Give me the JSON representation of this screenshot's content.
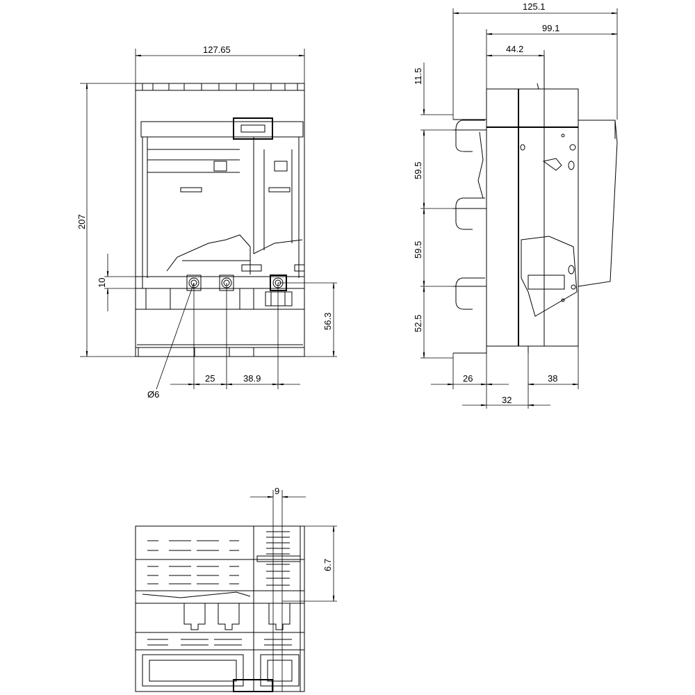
{
  "front_view": {
    "width_dim": "127.65",
    "height_dim": "207",
    "offset_dim": "10",
    "terminal_height_dim": "56.3",
    "hole_dim": "Ø6",
    "pitch_dim": "25",
    "pitch2_dim": "38.9"
  },
  "side_view": {
    "total_depth_dim": "125.1",
    "depth_dim": "99.1",
    "partial_depth_dim": "44.2",
    "top_offset_dim": "11.5",
    "spacing1_dim": "59.5",
    "spacing2_dim": "59.5",
    "bottom_dim": "52.5",
    "left_dim": "26",
    "mid_dim": "32",
    "right_dim": "38"
  },
  "bottom_view": {
    "width_dim": "9",
    "height_dim": "6.7"
  }
}
